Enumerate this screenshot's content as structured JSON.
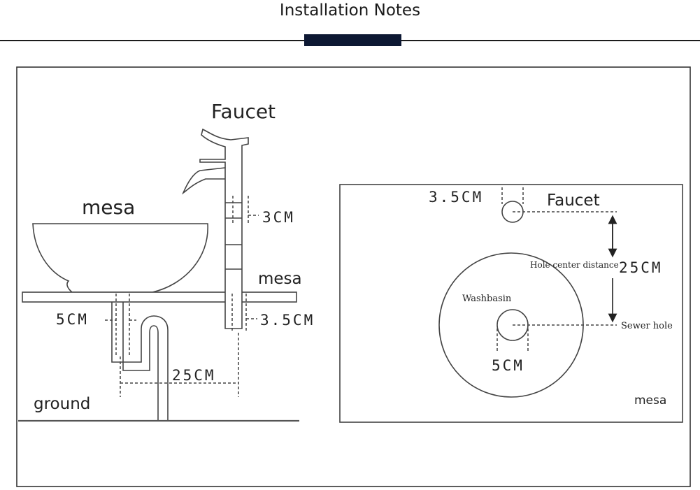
{
  "header": {
    "title": "Installation Notes",
    "accent": "#0d1833"
  },
  "side_view": {
    "faucet": "Faucet",
    "mesa_bowl": "mesa",
    "mesa_counter": "mesa",
    "ground": "ground",
    "dim_drain": "5CM",
    "dim_faucet_top": "3CM",
    "dim_faucet_base": "3.5CM",
    "dim_spacing": "25CM"
  },
  "top_view": {
    "dim_faucet_hole": "3.5CM",
    "faucet": "Faucet",
    "hole_center_distance": "Hole center distance",
    "dim_spacing": "25CM",
    "washbasin": "Washbasin",
    "sewer_hole": "Sewer hole",
    "dim_drain": "5CM",
    "mesa": "mesa"
  }
}
